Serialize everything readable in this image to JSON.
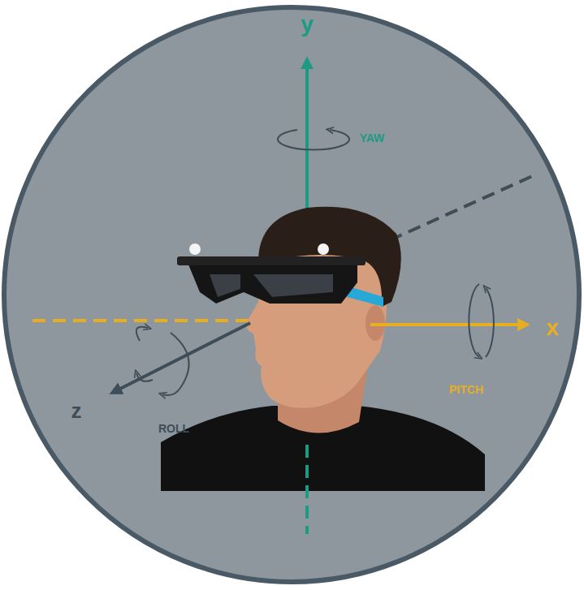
{
  "diagram": {
    "labels": [
      "y",
      "YAW",
      "x",
      "PITCH",
      "z",
      "ROLL"
    ]
  }
}
